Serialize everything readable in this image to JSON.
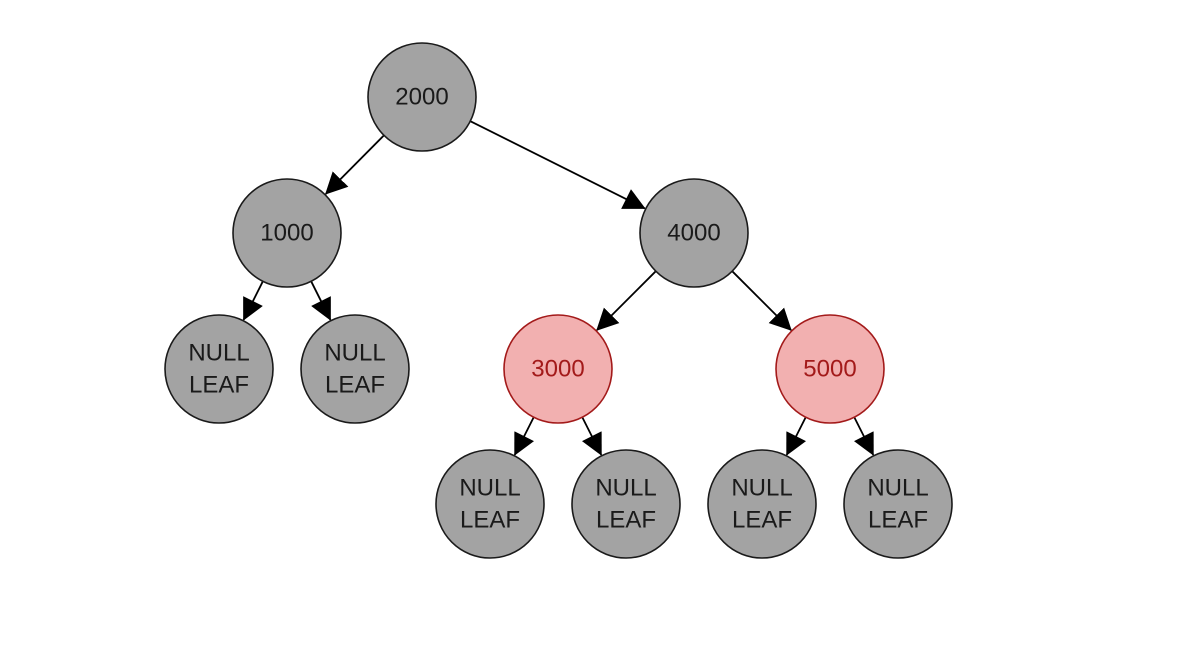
{
  "colors": {
    "black_fill": "#a3a3a3",
    "black_stroke": "#1a1a1a",
    "black_text": "#1a1a1a",
    "red_fill": "#f2b0b0",
    "red_stroke": "#a31a1a",
    "red_text": "#a31a1a",
    "edge": "#000000"
  },
  "nodes": [
    {
      "id": "n2000",
      "lines": [
        "2000"
      ],
      "color": "black"
    },
    {
      "id": "n1000",
      "lines": [
        "1000"
      ],
      "color": "black"
    },
    {
      "id": "n4000",
      "lines": [
        "4000"
      ],
      "color": "black"
    },
    {
      "id": "leaf1",
      "lines": [
        "NULL",
        "LEAF"
      ],
      "color": "black"
    },
    {
      "id": "leaf2",
      "lines": [
        "NULL",
        "LEAF"
      ],
      "color": "black"
    },
    {
      "id": "n3000",
      "lines": [
        "3000"
      ],
      "color": "red"
    },
    {
      "id": "n5000",
      "lines": [
        "5000"
      ],
      "color": "red"
    },
    {
      "id": "leaf3",
      "lines": [
        "NULL",
        "LEAF"
      ],
      "color": "black"
    },
    {
      "id": "leaf4",
      "lines": [
        "NULL",
        "LEAF"
      ],
      "color": "black"
    },
    {
      "id": "leaf5",
      "lines": [
        "NULL",
        "LEAF"
      ],
      "color": "black"
    },
    {
      "id": "leaf6",
      "lines": [
        "NULL",
        "LEAF"
      ],
      "color": "black"
    }
  ],
  "edges": [
    {
      "from": "n2000",
      "to": "n1000"
    },
    {
      "from": "n2000",
      "to": "n4000"
    },
    {
      "from": "n1000",
      "to": "leaf1"
    },
    {
      "from": "n1000",
      "to": "leaf2"
    },
    {
      "from": "n4000",
      "to": "n3000"
    },
    {
      "from": "n4000",
      "to": "n5000"
    },
    {
      "from": "n3000",
      "to": "leaf3"
    },
    {
      "from": "n3000",
      "to": "leaf4"
    },
    {
      "from": "n5000",
      "to": "leaf5"
    },
    {
      "from": "n5000",
      "to": "leaf6"
    }
  ]
}
